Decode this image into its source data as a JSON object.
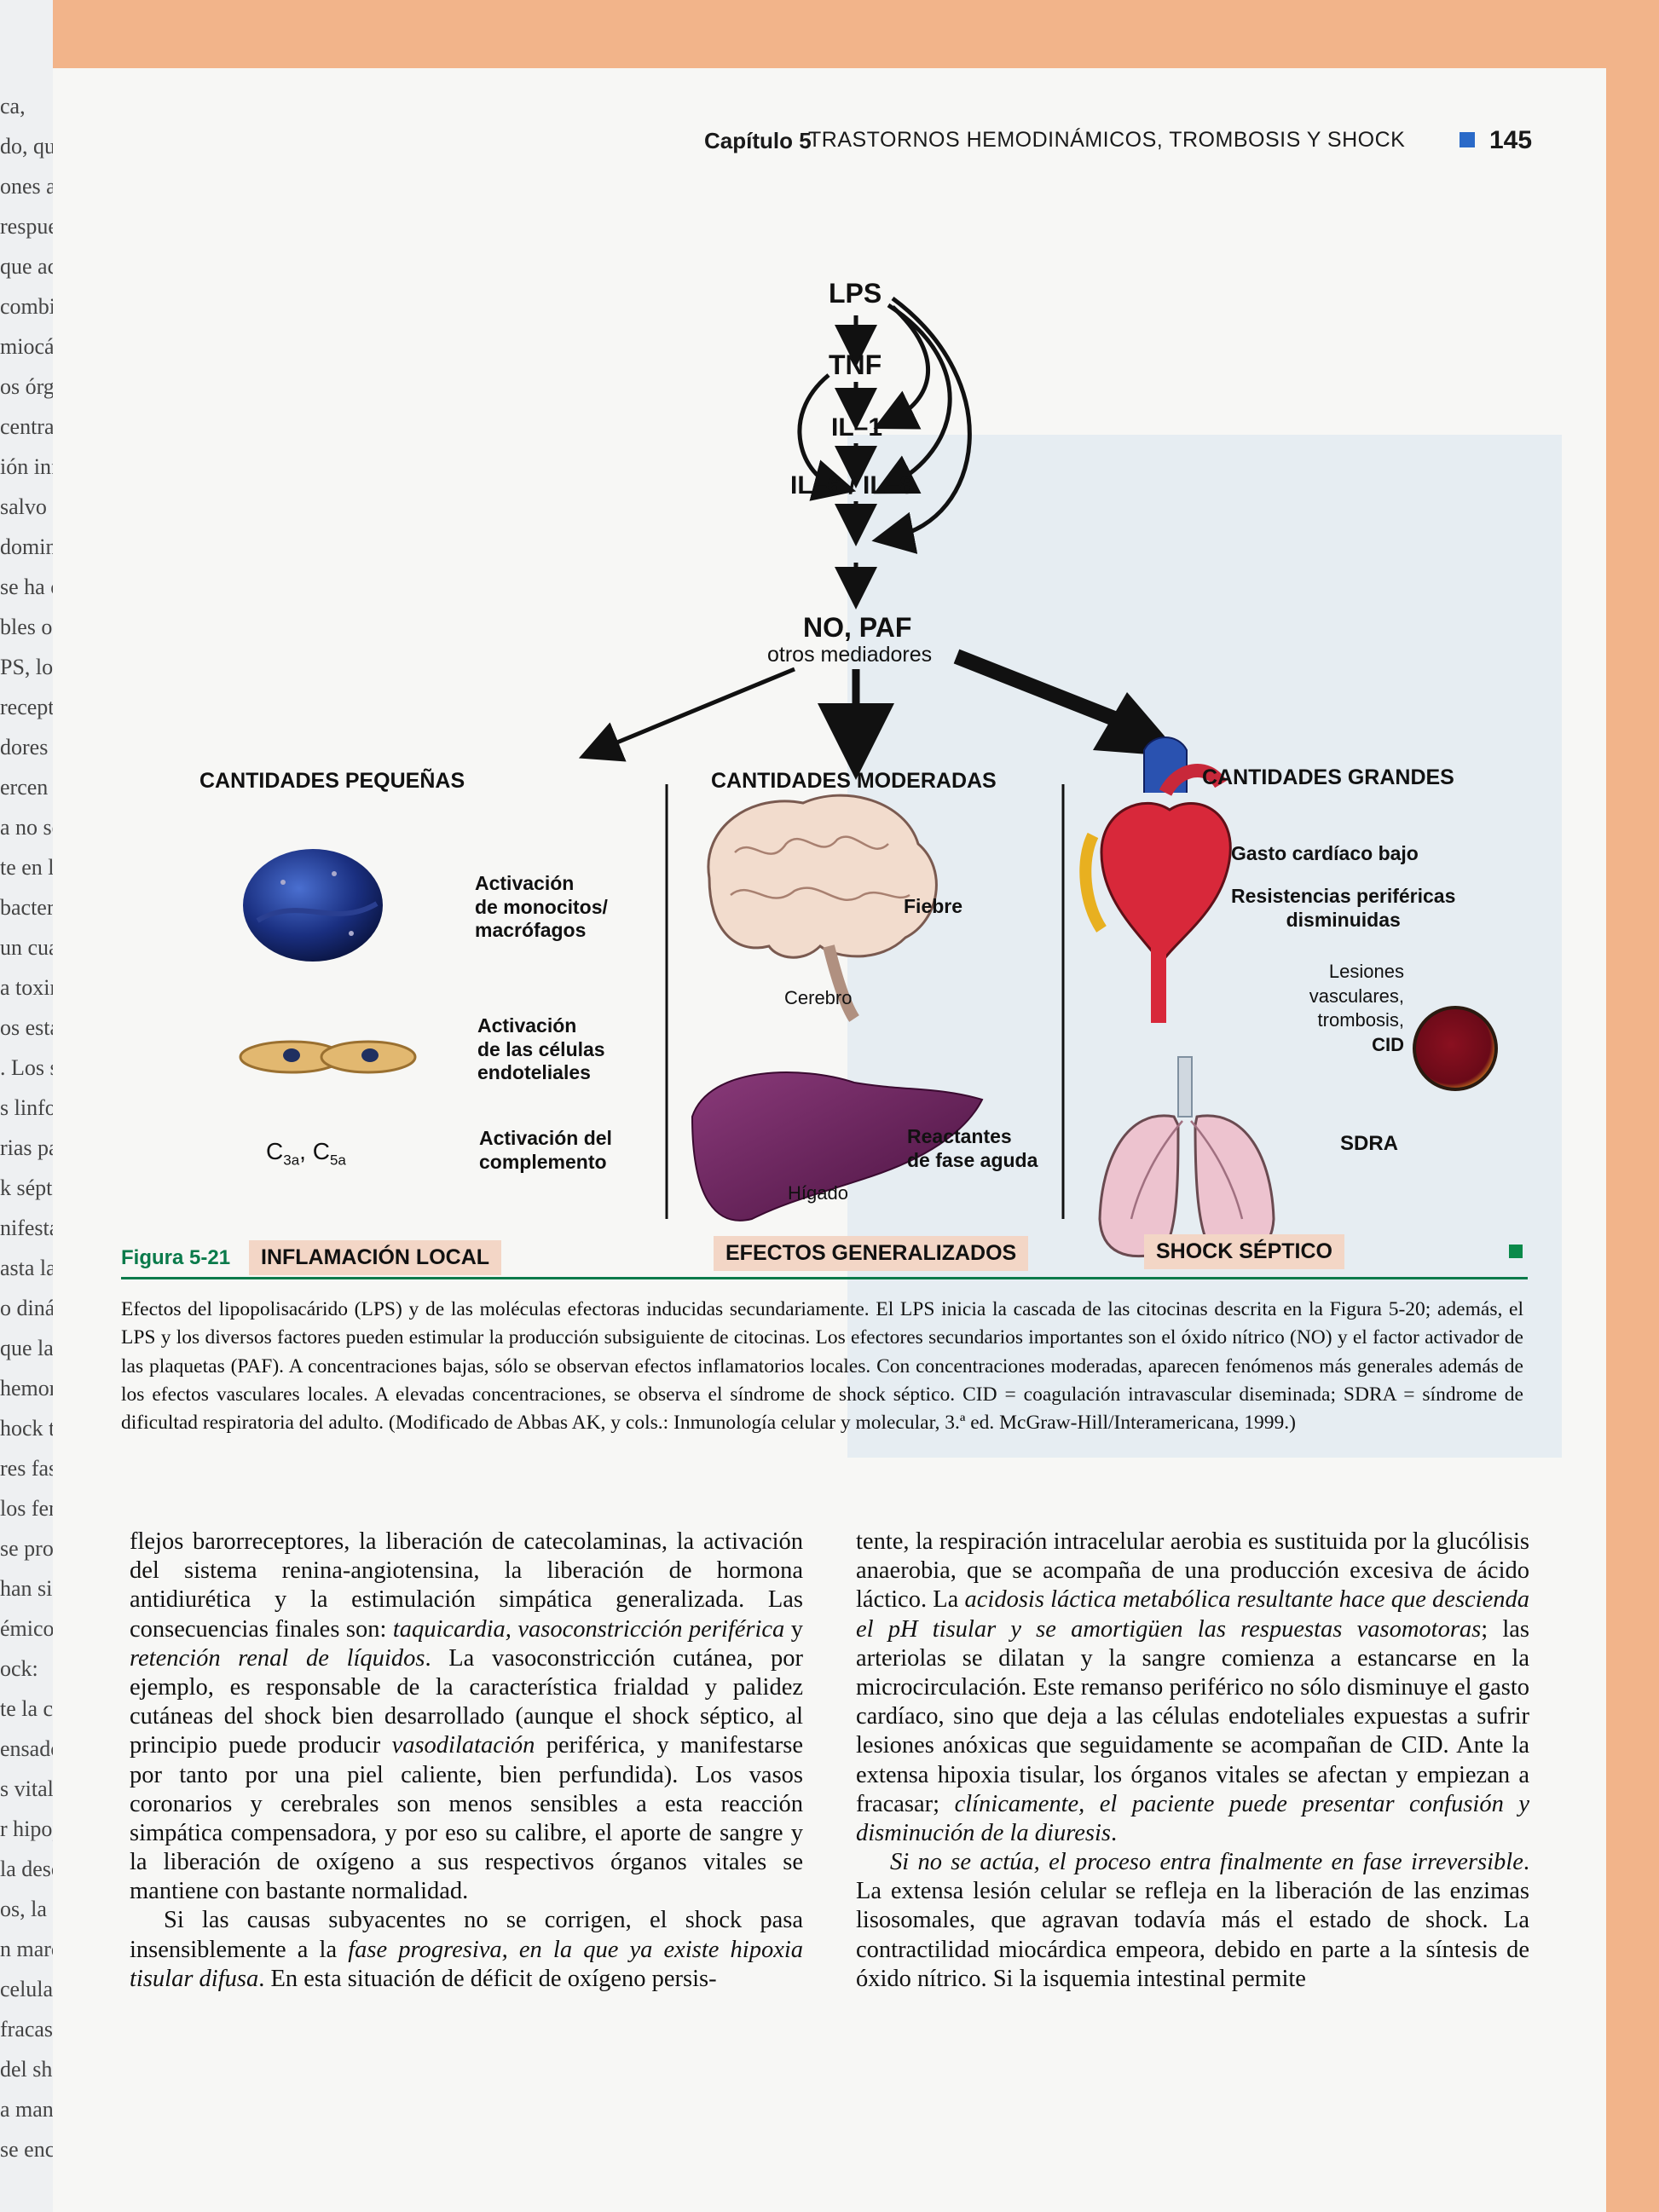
{
  "header": {
    "chapter": "Capítulo 5",
    "title": "TRASTORNOS HEMODINÁMICOS, TROMBOSIS Y SHOCK",
    "page_number": "145"
  },
  "figure": {
    "cascade": {
      "lps": "LPS",
      "tnf": "TNF",
      "il1": "IL–1",
      "il6_il8": "IL–6 / IL–8",
      "no_paf": "NO, PAF",
      "otros": "otros mediadores"
    },
    "small": {
      "title": "CANTIDADES PEQUEÑAS",
      "item1": [
        "Activación",
        "de monocitos/",
        "macrófagos"
      ],
      "item2": [
        "Activación",
        "de las células",
        "endoteliales"
      ],
      "c3a": "C",
      "c3a_sub": "3a",
      "c5a": ", C",
      "c5a_sub": "5a",
      "item3": [
        "Activación del",
        "complemento"
      ],
      "box": "INFLAMACIÓN LOCAL"
    },
    "moderate": {
      "title": "CANTIDADES MODERADAS",
      "fiebre": "Fiebre",
      "cerebro": "Cerebro",
      "reactantes": [
        "Reactantes",
        "de fase aguda"
      ],
      "higado": "Hígado",
      "box": "EFECTOS GENERALIZADOS"
    },
    "large": {
      "title": "CANTIDADES GRANDES",
      "gasto": "Gasto cardíaco bajo",
      "resistencias": [
        "Resistencias periféricas",
        "disminuidas"
      ],
      "lesiones": [
        "Lesiones",
        "vasculares,",
        "trombosis,"
      ],
      "cid": "CID",
      "sdra": "SDRA",
      "box": "SHOCK SÉPTICO"
    },
    "label": "Figura  5-21",
    "caption": "Efectos del lipopolisacárido (LPS) y de las moléculas efectoras inducidas secundariamente. El LPS inicia la cascada de las citocinas descrita en la Figura 5-20; además, el LPS y los diversos factores pueden estimular la producción subsiguiente de citocinas. Los efectores secundarios importantes son el óxido nítrico (NO) y el factor activador de las plaquetas (PAF). A concentraciones bajas, sólo se observan efectos inflamatorios locales. Con concentraciones moderadas, aparecen fenómenos más generales además de los efectos vasculares locales. A elevadas concentraciones, se observa el síndrome de shock séptico. CID = coagulación intravascular diseminada; SDRA = síndrome de dificultad respiratoria del adulto. (Modificado de Abbas AK, y cols.: Inmunología celular y molecular, 3.ª ed. McGraw-Hill/Interamericana, 1999.)"
  },
  "body_left": {
    "p1_a": "flejos barorreceptores, la liberación de catecolaminas, la activación del sistema renina-angiotensina, la liberación de hormona antidiurética y la estimulación simpática generalizada. Las consecuencias finales son: ",
    "p1_em1": "taquicardia, vasoconstricción periférica",
    "p1_b": " y ",
    "p1_em2": "retención renal de líquidos",
    "p1_c": ". La vasoconstricción cutánea, por ejemplo, es responsable de la característica frialdad y palidez cutáneas del shock bien desarrollado (aunque el shock séptico, al principio puede producir ",
    "p1_em3": "vasodilatación",
    "p1_d": " periférica, y manifestarse por tanto por una piel caliente, bien perfundida). Los vasos coronarios y cerebrales son menos sensibles a esta reacción simpática compensadora, y por eso su calibre, el aporte de sangre y la liberación de oxígeno a sus respectivos órganos vitales se mantiene con bastante normalidad.",
    "p2_a": "Si las causas subyacentes no se corrigen, el shock pasa insensiblemente a la ",
    "p2_em1": "fase progresiva, en la que ya existe hipoxia tisular difusa",
    "p2_b": ". En esta situación de déficit de oxígeno persis-"
  },
  "body_right": {
    "p1_a": "tente, la respiración intracelular aerobia es sustituida por la glucólisis anaerobia, que se acompaña de una producción excesiva de ácido láctico. La ",
    "p1_em1": "acidosis láctica metabólica resultante hace que descienda el pH tisular y se amortigüen las respuestas vasomotoras",
    "p1_b": "; las arteriolas se dilatan y la sangre comienza a estancarse en la microcirculación. Este remanso periférico no sólo disminuye el gasto cardíaco, sino que deja a las células endoteliales expuestas a sufrir lesiones anóxicas que seguidamente se acompañan de CID. Ante la extensa hipoxia tisular, los órganos vitales se afectan y empiezan a fracasar; ",
    "p1_em2": "clínicamente, el paciente puede presentar confusión y disminución de la diuresis",
    "p1_c": ".",
    "p2_em1": "Si no se actúa, el proceso entra finalmente en fase irreversible",
    "p2_a": ". La extensa lesión celular se refleja en la liberación de las enzimas lisosomales, que agravan todavía más el estado de shock. La contractilidad miocárdica empeora, debido en parte a la síntesis de óxido nítrico. Si la isquemia intestinal permite"
  },
  "prev_page_fragments": [
    "ca,",
    "do, que p",
    "ones alt",
    "respue",
    "que acaba",
    "combina",
    "miocárdi",
    "os órgano",
    "central en",
    "ión influ",
    "salvo que l",
    "dominado",
    "se ha compr",
    "bles o am",
    "PS, los anti",
    "receptore",
    "dores secu",
    "ercen cierr",
    "a no se ha p",
    "te en las est",
    "bacterianas.",
    "un cuadro",
    "a toxina-1 d",
    "os estafiloc",
    ". Los sup",
    "s linfocitos",
    "rias parecida",
    "k séptico.",
    "nifestacione",
    "asta la vasod",
    "o dinámico",
    "que la agresi",
    "hemorragia",
    "hock tiende",
    "res fases. Un",
    "los fenómeno",
    "se producen",
    "han sido dem",
    "émico, aunqu",
    "ock:",
    "te la cual se",
    "ensadores y",
    "s vitales.",
    "r hipoperfusi",
    "la descomp",
    "os, la acido",
    "n marcha des",
    "celulares y",
    "fracaso hem",
    "del shock",
    "a mantener",
    "se encuentra"
  ]
}
